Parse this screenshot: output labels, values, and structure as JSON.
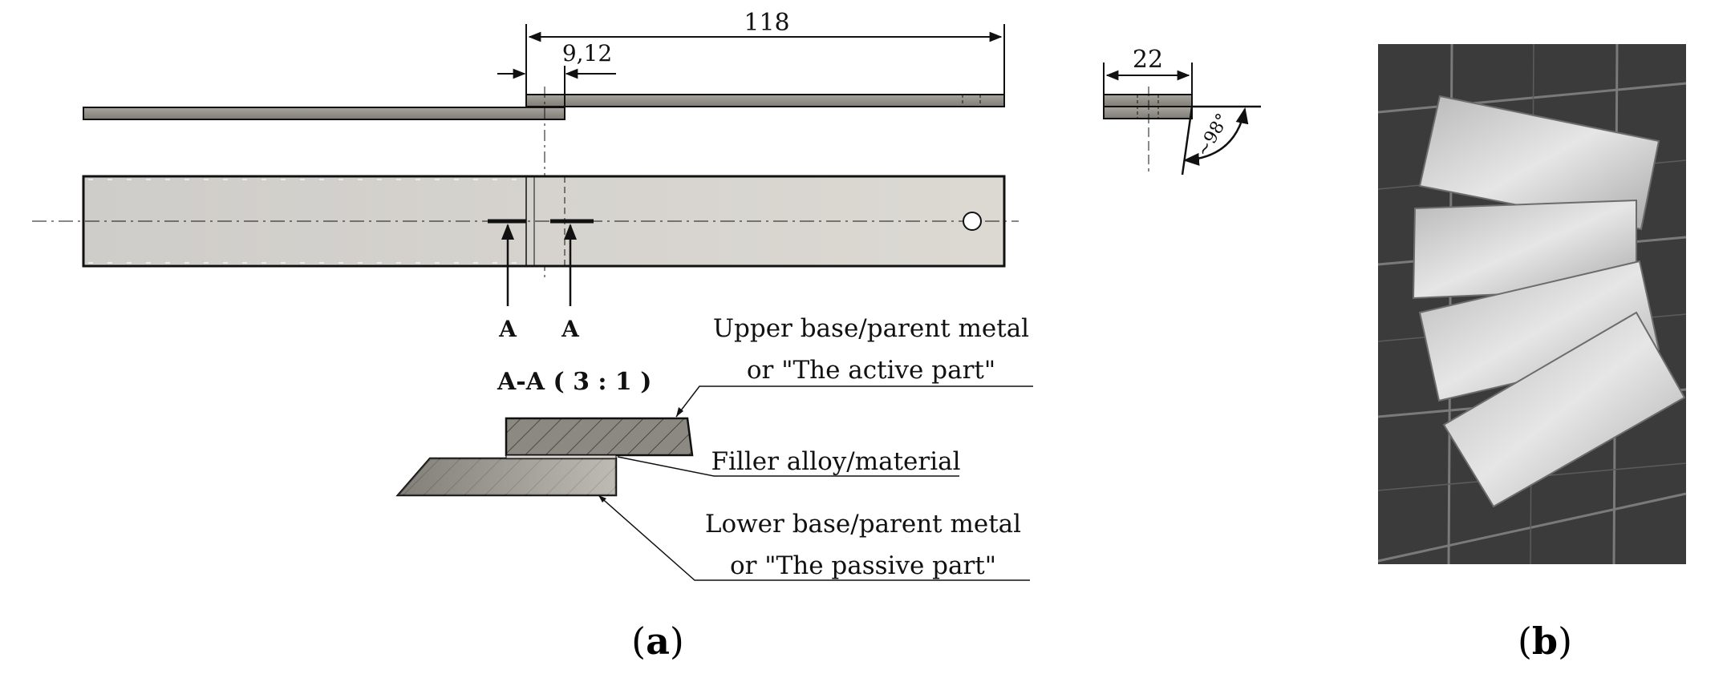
{
  "dimensions": {
    "overall_length": "118",
    "overlap": "9,12",
    "width": "22",
    "angle": "~98°"
  },
  "section_marks": {
    "left": "A",
    "right": "A"
  },
  "section_title": "A-A ( 3 : 1 )",
  "callouts": {
    "upper_line1": "Upper base/parent metal",
    "upper_line2": "or \"The active part\"",
    "filler": "Filler alloy/material",
    "lower_line1": "Lower base/parent metal",
    "lower_line2": "or \"The passive part\""
  },
  "panel_labels": {
    "a_open": "(",
    "a_letter": "a",
    "a_close": ")",
    "b_open": "(",
    "b_letter": "b",
    "b_close": ")"
  },
  "colors": {
    "metal_light": "#d8d6d2",
    "metal_dark": "#8f8c86",
    "photo_background": "#3a3a3a"
  },
  "photo_description_icon": "photo-of-four-metal-specimens"
}
